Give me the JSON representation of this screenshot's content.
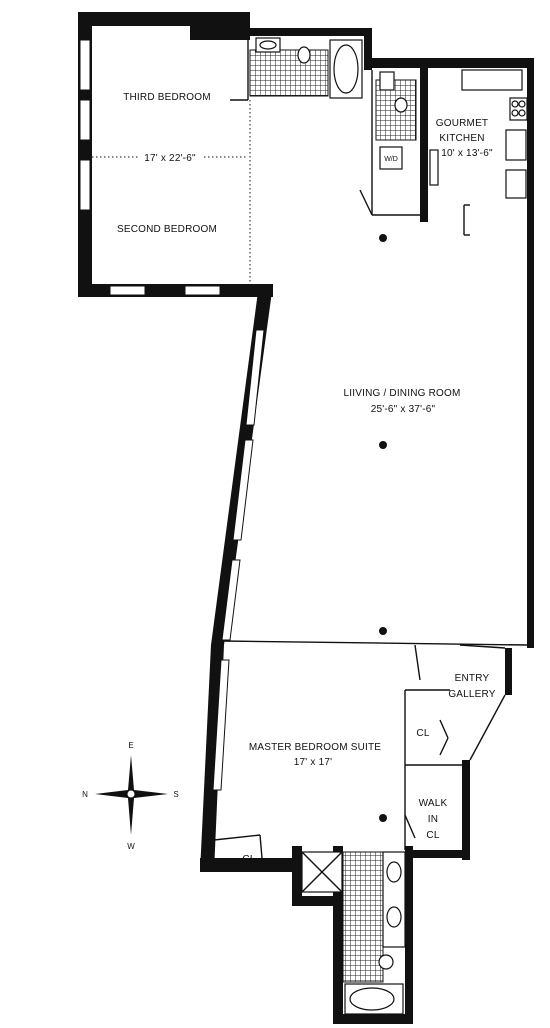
{
  "rooms": {
    "third_bedroom": {
      "name": "THIRD BEDROOM"
    },
    "bedrooms_dim": "17' x 22'-6\"",
    "second_bedroom": {
      "name": "SECOND BEDROOM"
    },
    "kitchen": {
      "name_line1": "GOURMET",
      "name_line2": "KITCHEN",
      "dims": "10' x 13'-6\""
    },
    "washer_dryer": "W/D",
    "living": {
      "name": "LIIVING / DINING ROOM",
      "dims": "25'-6\" x 37'-6\""
    },
    "entry": {
      "name_line1": "ENTRY",
      "name_line2": "GALLERY"
    },
    "entry_closet": "CL",
    "master": {
      "name": "MASTER BEDROOM SUITE",
      "dims": "17' x 17'"
    },
    "walk_in": {
      "line1": "WALK",
      "line2": "IN",
      "line3": "CL"
    },
    "master_closet": "CL"
  },
  "compass": {
    "north": "N",
    "east": "E",
    "south": "S",
    "west": "W"
  }
}
